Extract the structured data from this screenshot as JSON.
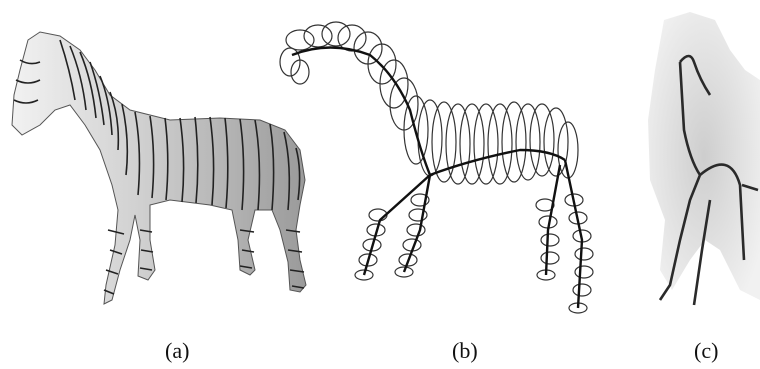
{
  "figure": {
    "panels": [
      {
        "id": "a",
        "caption": "(a)",
        "illustration": "horse-shaded-with-contour-slices-icon"
      },
      {
        "id": "b",
        "caption": "(b)",
        "illustration": "horse-contour-loops-with-skeleton-icon"
      },
      {
        "id": "c",
        "caption": "(c)",
        "illustration": "horse-volume-with-skeleton-curves-icon"
      }
    ]
  }
}
